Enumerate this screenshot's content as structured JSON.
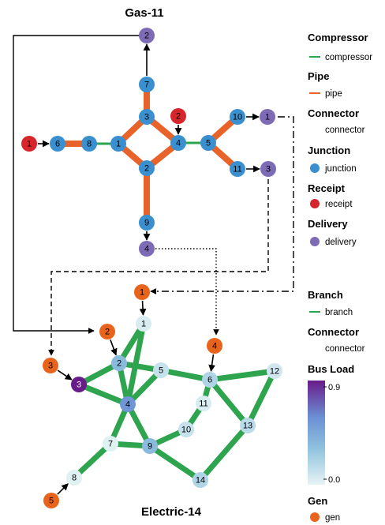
{
  "titles": {
    "gas": "Gas-11",
    "electric": "Electric-14"
  },
  "colors": {
    "junction": "#3a8fcf",
    "receipt": "#d7262b",
    "delivery": "#7d6bb5",
    "gen": "#e8631c",
    "pipe": "#e8632a",
    "branch": "#2ea44f",
    "compressor": "#2ea44f",
    "load_low": "#e6f4f5",
    "load_high": "#6a1b8a"
  },
  "legend": {
    "compressor_head": "Compressor",
    "compressor_item": "compressor",
    "pipe_head": "Pipe",
    "pipe_item": "pipe",
    "connector_head": "Connector",
    "connector_item": "connector",
    "junction_head": "Junction",
    "junction_item": "junction",
    "receipt_head": "Receipt",
    "receipt_item": "receipt",
    "delivery_head": "Delivery",
    "delivery_item": "delivery",
    "branch_head": "Branch",
    "branch_item": "branch",
    "connector2_head": "Connector",
    "connector2_item": "connector",
    "busload_head": "Bus Load",
    "busload_max": "0.9",
    "busload_min": "0.0",
    "gen_head": "Gen",
    "gen_item": "gen"
  },
  "gas": {
    "junctions": [
      {
        "id": "j1",
        "label": "1"
      },
      {
        "id": "j2",
        "label": "2"
      },
      {
        "id": "j3",
        "label": "3"
      },
      {
        "id": "j4",
        "label": "4"
      },
      {
        "id": "j5",
        "label": "5"
      },
      {
        "id": "j6",
        "label": "6"
      },
      {
        "id": "j7",
        "label": "7"
      },
      {
        "id": "j8",
        "label": "8"
      },
      {
        "id": "j9",
        "label": "9"
      },
      {
        "id": "j10",
        "label": "10"
      },
      {
        "id": "j11",
        "label": "11"
      }
    ],
    "receipts": [
      {
        "id": "r1",
        "label": "1"
      },
      {
        "id": "r2",
        "label": "2"
      }
    ],
    "deliveries": [
      {
        "id": "d1",
        "label": "1"
      },
      {
        "id": "d2",
        "label": "2"
      },
      {
        "id": "d3",
        "label": "3"
      },
      {
        "id": "d4",
        "label": "4"
      }
    ],
    "pipes": [
      [
        "j6",
        "j8"
      ],
      [
        "j1",
        "j3"
      ],
      [
        "j1",
        "j2"
      ],
      [
        "j3",
        "j4"
      ],
      [
        "j2",
        "j4"
      ],
      [
        "j3",
        "j7"
      ],
      [
        "j2",
        "j9"
      ],
      [
        "j5",
        "j10"
      ],
      [
        "j5",
        "j11"
      ]
    ],
    "compressors": [
      [
        "j8",
        "j1"
      ],
      [
        "j4",
        "j5"
      ]
    ],
    "arrows": [
      [
        "r1",
        "j6"
      ],
      [
        "r2",
        "j4"
      ],
      [
        "j7",
        "d2"
      ],
      [
        "j10",
        "d1"
      ],
      [
        "j11",
        "d3"
      ],
      [
        "j9",
        "d4"
      ]
    ]
  },
  "electric": {
    "buses": [
      {
        "id": "b1",
        "label": "1",
        "load": 0.05
      },
      {
        "id": "b2",
        "label": "2",
        "load": 0.35
      },
      {
        "id": "b3",
        "label": "3",
        "load": 0.9
      },
      {
        "id": "b4",
        "label": "4",
        "load": 0.55
      },
      {
        "id": "b5",
        "label": "5",
        "load": 0.12
      },
      {
        "id": "b6",
        "label": "6",
        "load": 0.2
      },
      {
        "id": "b7",
        "label": "7",
        "load": 0.02
      },
      {
        "id": "b8",
        "label": "8",
        "load": 0.02
      },
      {
        "id": "b9",
        "label": "9",
        "load": 0.35
      },
      {
        "id": "b10",
        "label": "10",
        "load": 0.12
      },
      {
        "id": "b11",
        "label": "11",
        "load": 0.05
      },
      {
        "id": "b12",
        "label": "12",
        "load": 0.08
      },
      {
        "id": "b13",
        "label": "13",
        "load": 0.16
      },
      {
        "id": "b14",
        "label": "14",
        "load": 0.2
      }
    ],
    "gens": [
      {
        "id": "g1",
        "label": "1"
      },
      {
        "id": "g2",
        "label": "2"
      },
      {
        "id": "g3",
        "label": "3"
      },
      {
        "id": "g4",
        "label": "4"
      },
      {
        "id": "g5",
        "label": "5"
      }
    ],
    "branches": [
      [
        "b1",
        "b2"
      ],
      [
        "b1",
        "b4"
      ],
      [
        "b2",
        "b3"
      ],
      [
        "b2",
        "b4"
      ],
      [
        "b2",
        "b5"
      ],
      [
        "b3",
        "b4"
      ],
      [
        "b4",
        "b5"
      ],
      [
        "b4",
        "b7"
      ],
      [
        "b4",
        "b9"
      ],
      [
        "b5",
        "b6"
      ],
      [
        "b6",
        "b11"
      ],
      [
        "b6",
        "b12"
      ],
      [
        "b6",
        "b13"
      ],
      [
        "b7",
        "b8"
      ],
      [
        "b7",
        "b9"
      ],
      [
        "b9",
        "b10"
      ],
      [
        "b9",
        "b14"
      ],
      [
        "b10",
        "b11"
      ],
      [
        "b12",
        "b13"
      ],
      [
        "b13",
        "b14"
      ]
    ],
    "arrows": [
      [
        "g1",
        "b1"
      ],
      [
        "g2",
        "b2"
      ],
      [
        "g3",
        "b3"
      ],
      [
        "g4",
        "b6"
      ],
      [
        "g5",
        "b8"
      ]
    ]
  },
  "connectors": [
    {
      "id": "c1",
      "style": "solid"
    },
    {
      "id": "c2",
      "style": "dashdot"
    },
    {
      "id": "c3",
      "style": "dashed"
    },
    {
      "id": "c4",
      "style": "dotted"
    }
  ]
}
